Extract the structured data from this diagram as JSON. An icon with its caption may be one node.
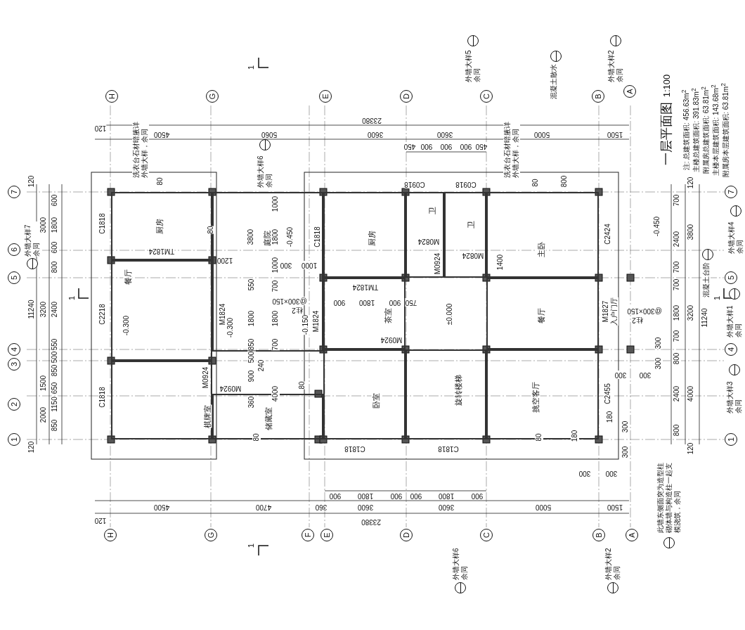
{
  "diagram": {
    "title": "一层平面图",
    "nodes": [
      {
        "text": [
          "H"
        ]
      },
      {
        "text": [
          "G"
        ]
      },
      {
        "text": [
          "E"
        ]
      },
      {
        "text": [
          "D"
        ]
      },
      {
        "text": [
          "C"
        ]
      },
      {
        "text": [
          "B"
        ]
      },
      {
        "text": [
          "A"
        ]
      },
      {
        "text": [
          "H"
        ]
      },
      {
        "text": [
          "G"
        ]
      },
      {
        "text": [
          "F"
        ]
      },
      {
        "text": [
          "E"
        ]
      },
      {
        "text": [
          "D"
        ]
      },
      {
        "text": [
          "C"
        ]
      },
      {
        "text": [
          "B"
        ]
      },
      {
        "text": [
          "A"
        ]
      },
      {
        "text": [
          "7"
        ]
      },
      {
        "text": [
          "6"
        ]
      },
      {
        "text": [
          "5"
        ]
      },
      {
        "text": [
          "4"
        ]
      },
      {
        "text": [
          "3"
        ]
      },
      {
        "text": [
          "2"
        ]
      },
      {
        "text": [
          "1"
        ]
      },
      {
        "text": [
          "7"
        ]
      },
      {
        "text": [
          "5"
        ]
      },
      {
        "text": [
          "4"
        ]
      },
      {
        "text": [
          "1"
        ]
      },
      {
        "text": [
          "厨房"
        ]
      },
      {
        "text": [
          "餐厅"
        ]
      },
      {
        "text": [
          "棋牌室"
        ]
      },
      {
        "text": [
          "庭院"
        ]
      },
      {
        "text": [
          "储藏室"
        ]
      },
      {
        "text": [
          "厨房"
        ]
      },
      {
        "text": [
          "卫"
        ]
      },
      {
        "text": [
          "卫"
        ]
      },
      {
        "text": [
          "主卧"
        ]
      },
      {
        "text": [
          "茶室"
        ]
      },
      {
        "text": [
          "餐厅"
        ]
      },
      {
        "text": [
          "卧室"
        ]
      },
      {
        "text": [
          "旋转楼梯"
        ]
      },
      {
        "text": [
          "挑空客厅"
        ]
      },
      {
        "text": [],
        "shape": "circle",
        "beside": [
          "外墙大样5余同"
        ]
      },
      {
        "text": [],
        "shape": "circle",
        "beside": [
          "混凝土散水"
        ]
      },
      {
        "text": [],
        "shape": "circle",
        "beside": [
          "外墙大样2余同"
        ]
      },
      {
        "text": [],
        "shape": "circle",
        "beside": [
          "外墙大样6余同"
        ]
      },
      {
        "text": [],
        "shape": "circle",
        "beside": [
          "外墙大样4余同"
        ]
      },
      {
        "text": [],
        "shape": "circle",
        "beside": [
          "混凝土台阶"
        ]
      },
      {
        "text": [],
        "shape": "circle",
        "beside": [
          "外墙大样1余同"
        ]
      },
      {
        "text": [],
        "shape": "circle",
        "beside": [
          "外墙大样3余同"
        ]
      },
      {
        "text": [],
        "shape": "circle",
        "beside": [
          "外墙大样7余同"
        ]
      },
      {
        "text": [],
        "shape": "circle",
        "beside": [
          "外墙大样6余同"
        ]
      },
      {
        "text": [],
        "shape": "circle",
        "beside": [
          "外墙大样2余同"
        ]
      },
      {
        "text": [],
        "shape": "circle",
        "beside": [
          "此墙东侧面突为造型柱砌体墙与构造柱一起支模浇筑，余同"
        ]
      }
    ],
    "labels": [
      "1:100",
      "注: 总建筑面积: 456.63m$^{2}$",
      "主楼总建筑面积: 391.83m$^{2}$",
      "附属房总建筑面积: 63.81m$^{2}$",
      "主楼本层建筑面积: 143.68m$^{2}$",
      "附属房本层建筑面积: 63.81m$^{2}$",
      "1",
      "1",
      "1",
      "1",
      "120",
      "23380",
      "4500",
      "5060",
      "3600",
      "3600",
      "5000",
      "1500",
      "450",
      "900",
      "900",
      "900",
      "450",
      "900",
      "1800",
      "900",
      "900",
      "1800",
      "900",
      "300",
      "300",
      "4500",
      "4700",
      "360",
      "3600",
      "3600",
      "5000",
      "1500",
      "120",
      "23380",
      "120",
      "600",
      "3000",
      "1800",
      "600",
      "800",
      "11240",
      "3200",
      "2400",
      "550",
      "500",
      "850",
      "1500",
      "650",
      "1150",
      "2000",
      "850",
      "120",
      "120",
      "700",
      "3800",
      "2400",
      "-0.450",
      "700",
      "700",
      "1800",
      "3200",
      "11240",
      "300",
      "700",
      "300",
      "800",
      "300",
      "300",
      "2400",
      "4000",
      "180",
      "300",
      "800",
      "300",
      "120",
      "80",
      "C1818",
      "80",
      "TM1824",
      "1200",
      "C2218",
      "-0.300",
      "M1824",
      "-0.300",
      "M0924",
      "M0924",
      "C1818",
      "360",
      "80",
      "80",
      "3800",
      "1000",
      "1800",
      "1000",
      "300",
      "1000",
      "550",
      "700",
      "1800",
      "1800",
      "850",
      "700",
      "500",
      "240",
      "900",
      "4000",
      "-0.450",
      "C1818",
      "@300×150",
      "柱2",
      "-0.150",
      "M1824",
      "C0918",
      "C0918",
      "80",
      "800",
      "M0824",
      "M0924",
      "M0824",
      "1400",
      "C2424",
      "TM1824",
      "900",
      "1800",
      "900",
      "750",
      "±0.000",
      "M0924",
      "M1827",
      "入户门厅",
      "@300×150",
      "柱2",
      "C2455",
      "80",
      "180",
      "C1818",
      "C1818",
      "洗衣台石材暗腋详外墙大样，余同",
      "洗衣台石材暗腋详外墙大样，余同"
    ]
  }
}
